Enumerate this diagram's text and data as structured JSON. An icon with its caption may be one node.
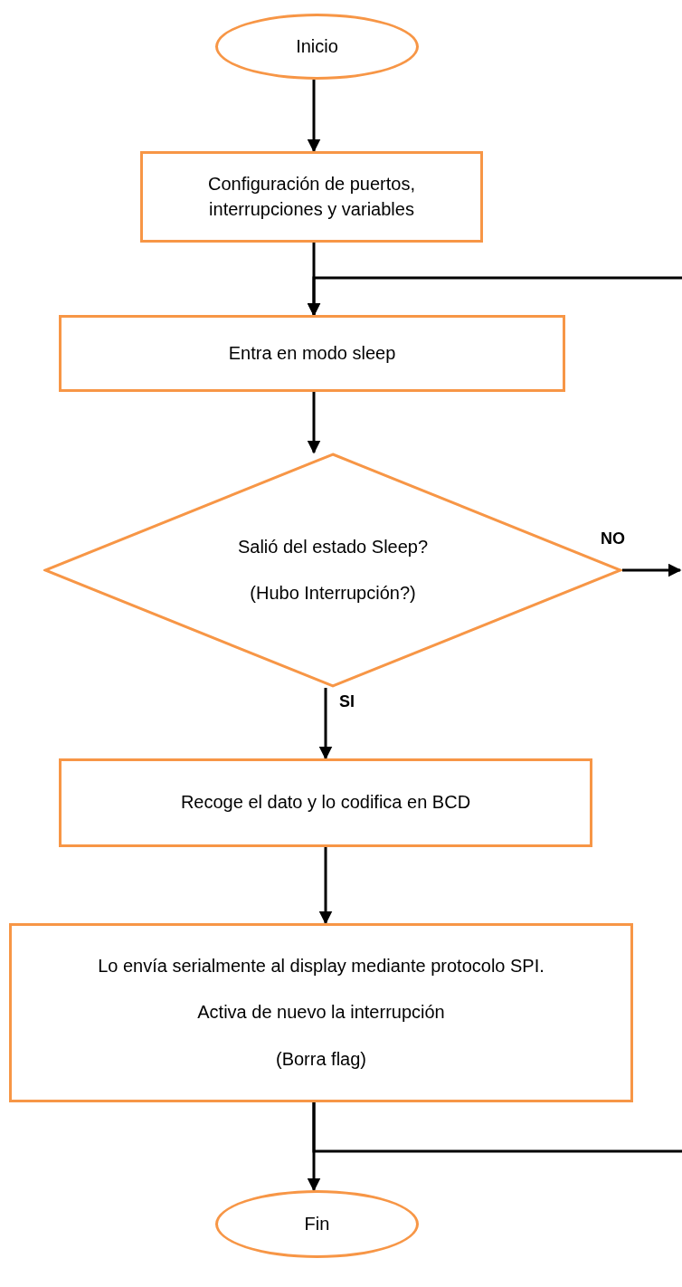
{
  "diagram": {
    "nodes": [
      {
        "text": [
          "Inicio"
        ]
      },
      {
        "text": [
          "Configuración de puertos, interrupciones y variables"
        ]
      },
      {
        "text": [
          "Entra en modo sleep"
        ]
      },
      {
        "text": [
          "Salió del estado Sleep?",
          "(Hubo Interrupción?)"
        ]
      },
      {
        "text": [
          "Recoge el dato y lo codifica en BCD"
        ]
      },
      {
        "text": [
          "Lo envía serialmente al display mediante protocolo SPI.",
          "Activa de nuevo la interrupción",
          "(Borra flag)"
        ]
      },
      {
        "text": [
          "Fin"
        ]
      }
    ],
    "edges": [
      {
        "from": 0,
        "to": 1,
        "arrow": "to"
      },
      {
        "from": 1,
        "to": 2,
        "arrow": "to"
      },
      {
        "from": 2,
        "to": 3,
        "arrow": "to"
      },
      {
        "from": 3,
        "to": 4,
        "arrow": "to",
        "label": "SI"
      },
      {
        "from": 4,
        "to": 5,
        "arrow": "to"
      },
      {
        "from": 5,
        "to": 6,
        "arrow": "to"
      },
      {
        "from": 3,
        "to": null,
        "arrow": "to",
        "label": "NO"
      },
      {
        "from": null,
        "to": 2,
        "arrow": "to"
      },
      {
        "from": 5,
        "to": null,
        "arrow": "none"
      }
    ]
  }
}
